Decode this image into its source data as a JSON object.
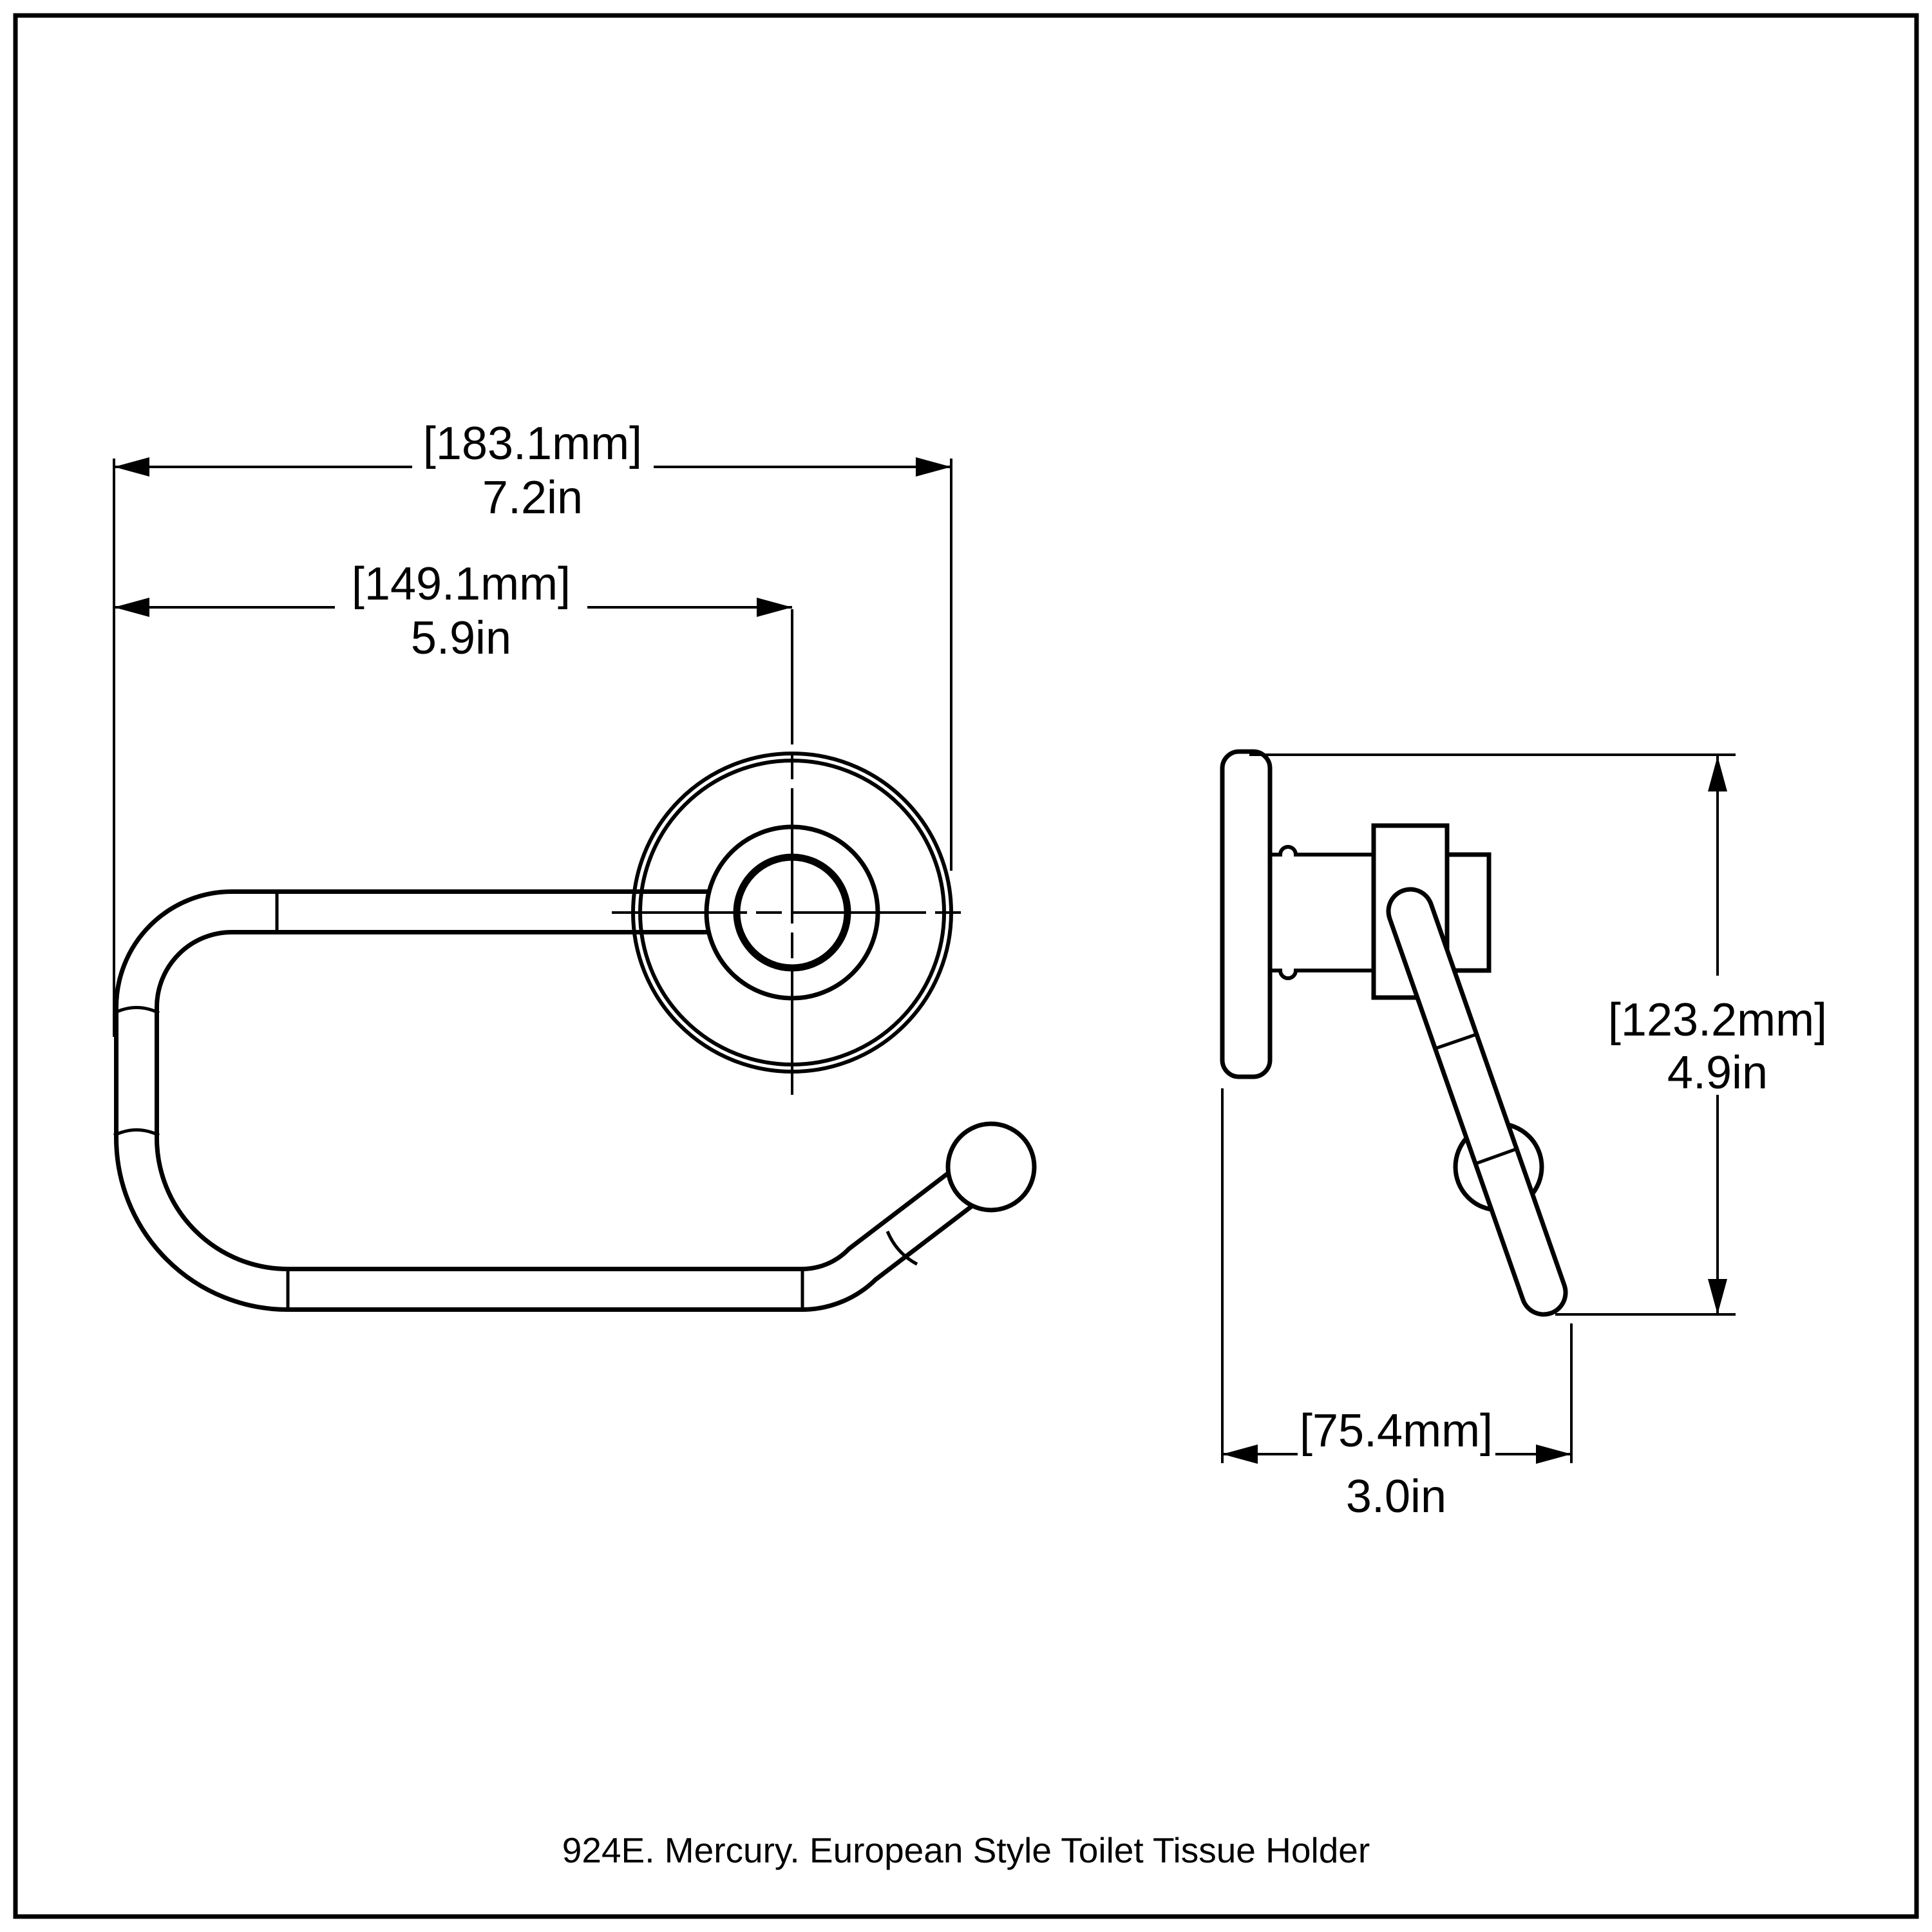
{
  "title": "924E. Mercury. European Style Toilet Tissue Holder",
  "colors": {
    "background": "#ffffff",
    "ink": "#000000"
  },
  "drawing_type": "dimensioned technical line drawing, two orthographic views",
  "views": {
    "front_view": "european style toilet tissue holder seen from front: round wall flange with concentric circles and crosshair centerlines, u-shaped wire arm ending in a ball finial",
    "side_view": "profile: tall wall backplate, mounting post with block, diagonal arm with ball, rounded tip"
  },
  "dimensions": {
    "front_total_width": {
      "metric": "[183.1mm]",
      "imperial": "7.2in"
    },
    "front_center_width": {
      "metric": "[149.1mm]",
      "imperial": "5.9in"
    },
    "side_height": {
      "metric": "[123.2mm]",
      "imperial": "4.9in"
    },
    "side_depth": {
      "metric": "[75.4mm]",
      "imperial": "3.0in"
    }
  }
}
